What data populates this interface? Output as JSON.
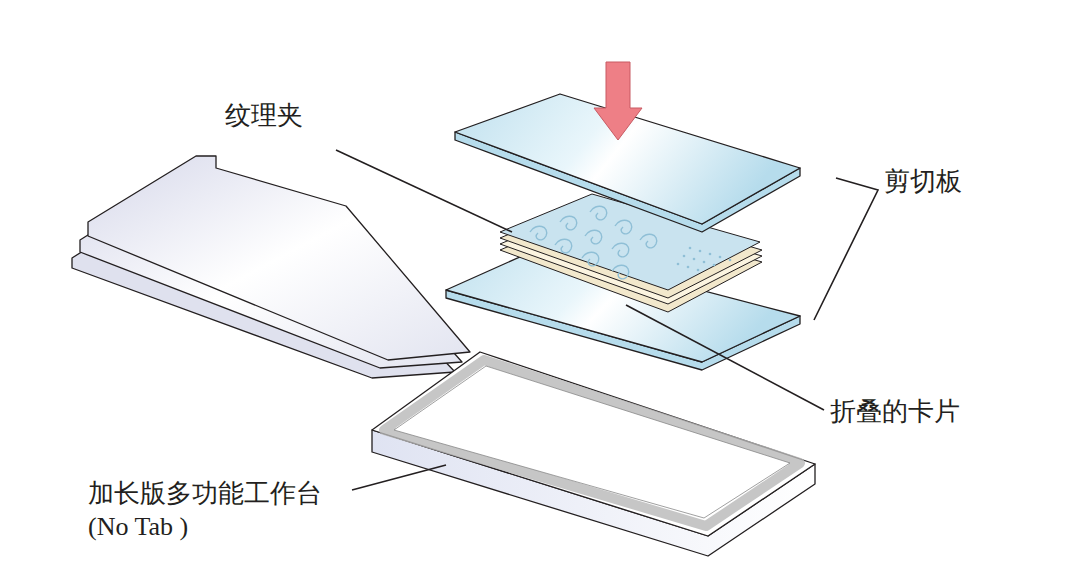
{
  "diagram": {
    "labels": [
      "纹理夹",
      "剪切板",
      "折叠的卡片",
      "加长版多功能工作台 (No Tab )"
    ]
  }
}
